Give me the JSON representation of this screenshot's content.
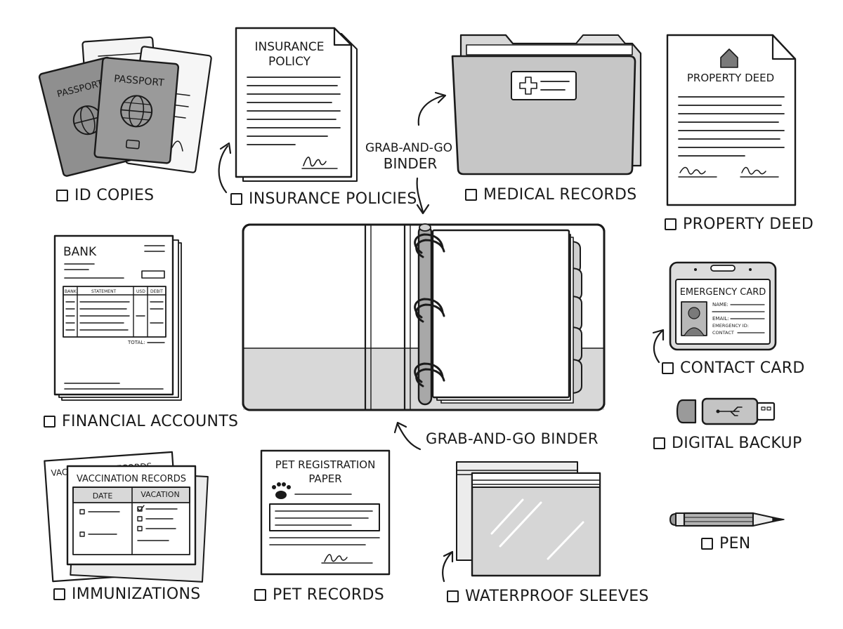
{
  "items": [
    {
      "label": "ID COPIES"
    },
    {
      "label": "INSURANCE POLICIES"
    },
    {
      "label": "MEDICAL RECORDS"
    },
    {
      "label": "PROPERTY DEED"
    },
    {
      "label": "FINANCIAL ACCOUNTS"
    },
    {
      "label": "CONTACT CARD"
    },
    {
      "label": "DIGITAL BACKUP"
    },
    {
      "label": "IMMUNIZATIONS"
    },
    {
      "label": "PET RECORDS"
    },
    {
      "label": "WATERPROOF SLEEVES"
    },
    {
      "label": "PEN"
    }
  ],
  "binder": {
    "top_label_line1": "GRAB-AND-GO",
    "top_label_line2": "BINDER",
    "bottom_label": "GRAB-AND-GO BINDER"
  },
  "passport": {
    "cover_text": "PASSPORT"
  },
  "insurance": {
    "title_line1": "INSURANCE",
    "title_line2": "POLICY"
  },
  "deed": {
    "title": "PROPERTY DEED"
  },
  "bank": {
    "title": "BANK",
    "col1": "BANK",
    "col2": "STATEMENT",
    "col3": "USD",
    "col4": "DEBIT",
    "total": "TOTAL:"
  },
  "emergency_card": {
    "title": "EMERGENCY CARD",
    "field_name": "NAME:",
    "field_email": "EMAIL:",
    "field_emergency": "EMERGENCY ID:",
    "field_contact": "CONTACT"
  },
  "vaccination": {
    "title": "VACCINATION RECORDS",
    "back_title": "VACCINATION RECORDS",
    "col1": "DATE",
    "col2": "VACATION"
  },
  "pet": {
    "title_line1": "PET REGISTRATION",
    "title_line2": "PAPER"
  }
}
